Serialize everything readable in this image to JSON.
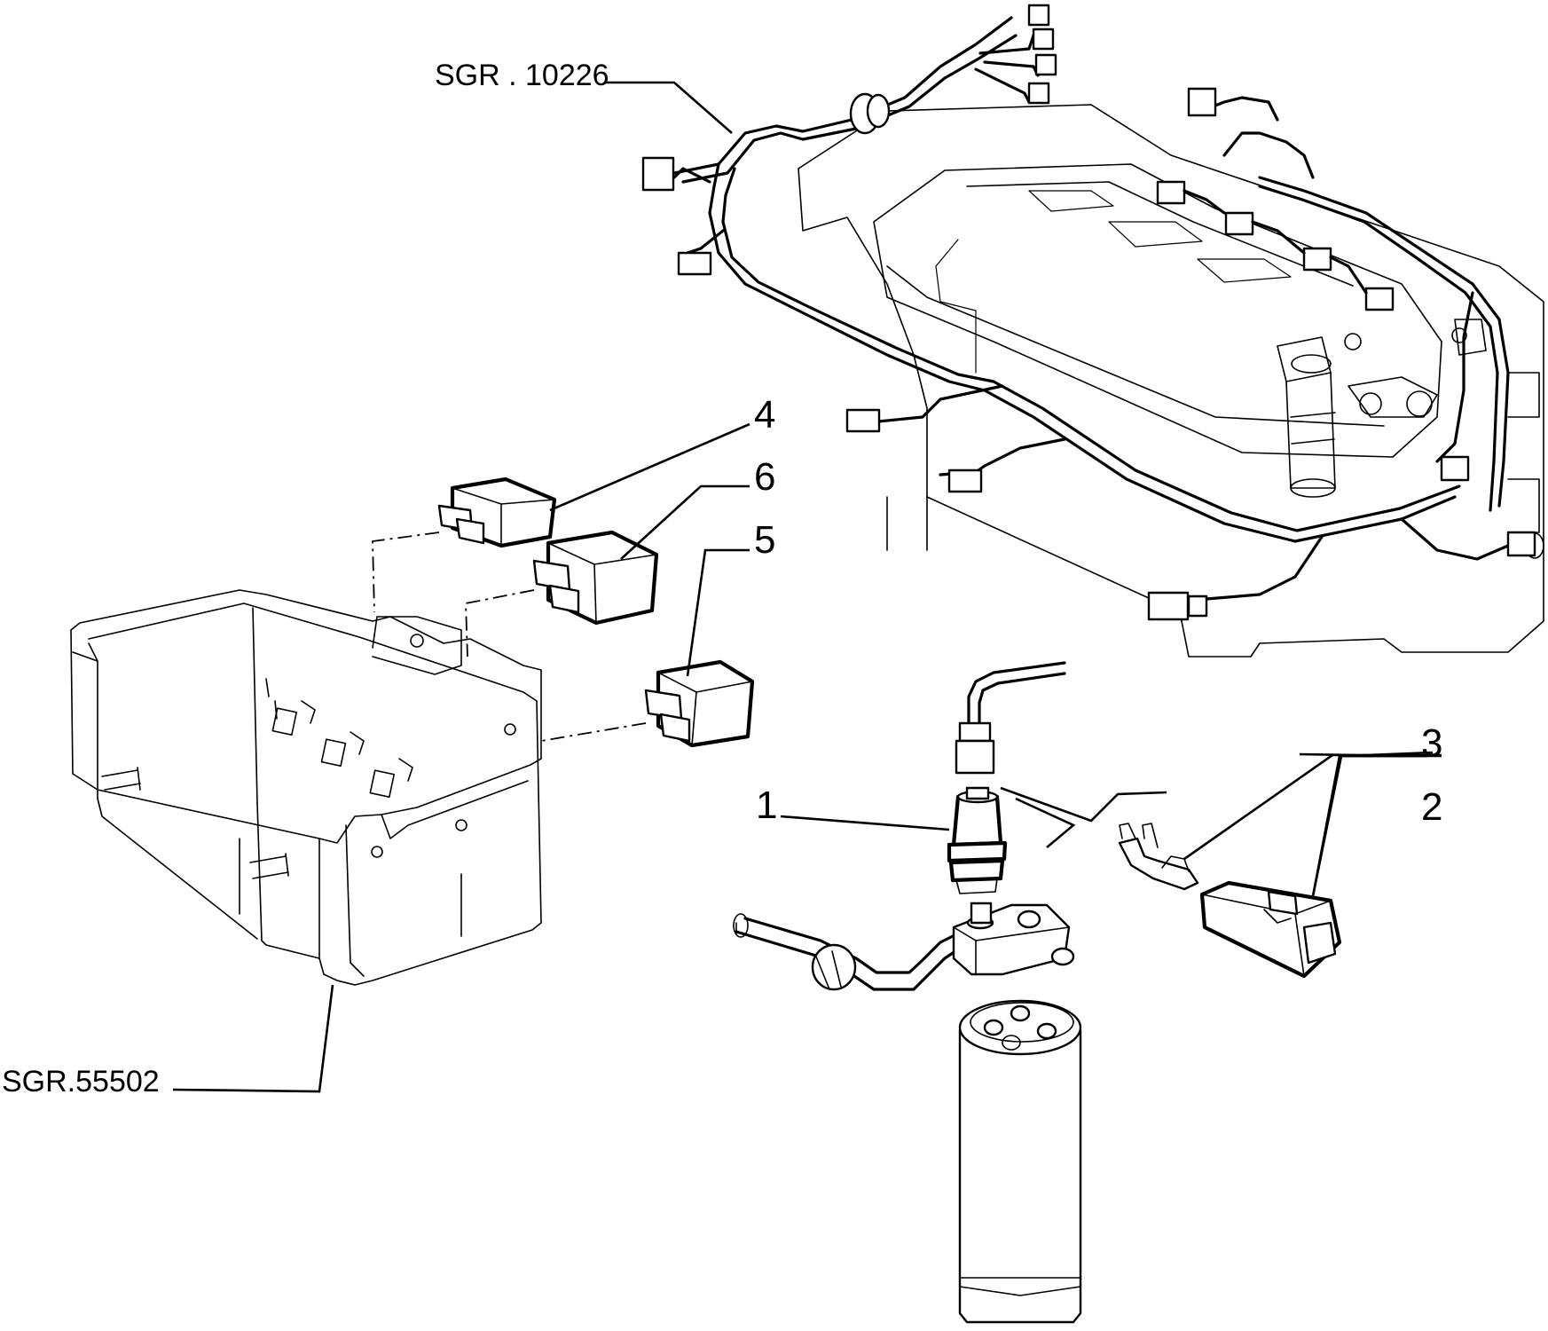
{
  "references": {
    "harness": "SGR . 10226",
    "bracket": "SGR.55502"
  },
  "callouts": [
    "1",
    "2",
    "3",
    "4",
    "5",
    "6"
  ]
}
